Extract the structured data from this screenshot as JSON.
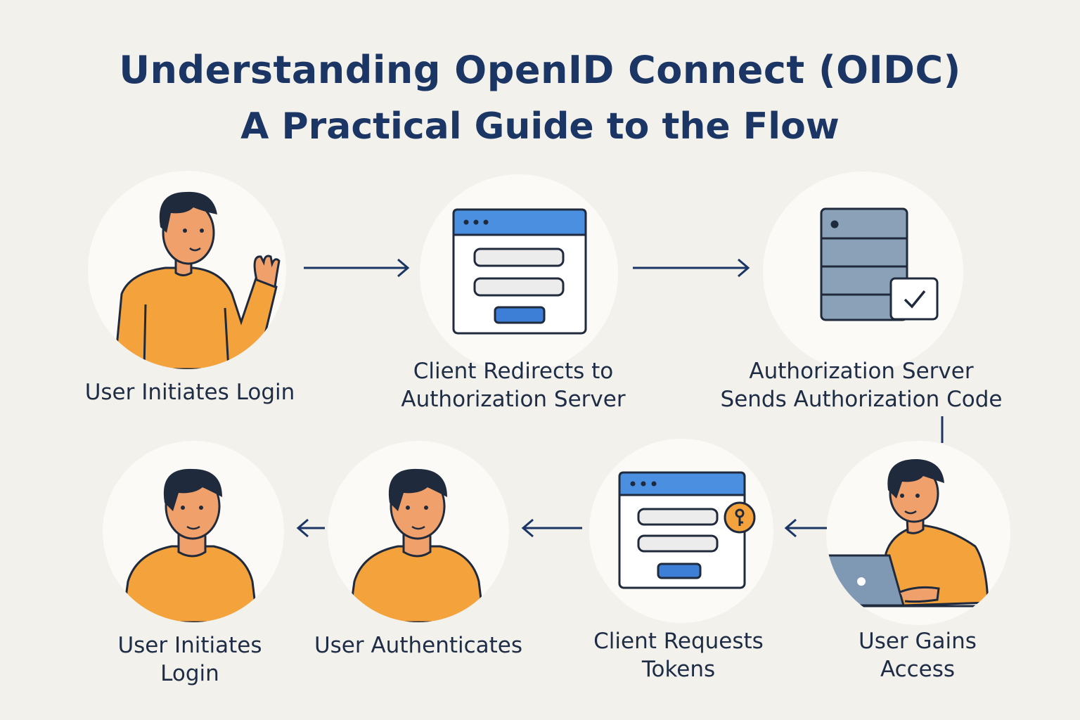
{
  "header": {
    "title": "Understanding OpenID Connect (OIDC)",
    "subtitle": "A Practical Guide to the Flow"
  },
  "colors": {
    "navy": "#1b3664",
    "orange": "#f4a23c",
    "browser_blue": "#4a8fe0",
    "server_gray": "#8aa1b8",
    "skin": "#f0a06a",
    "hair": "#1f2a3c",
    "circle_bg": "#fbfaf6",
    "page_bg": "#f3f1ec"
  },
  "steps": [
    {
      "label_line1": "User Initiates Login",
      "label_line2": "",
      "icon": "person-waving-icon"
    },
    {
      "label_line1": "Client Redirects to",
      "label_line2": "Authorization Server",
      "icon": "browser-login-form-icon"
    },
    {
      "label_line1": "Authorization Server",
      "label_line2": "Sends Authorization Code",
      "icon": "server-checkmark-icon"
    },
    {
      "label_line1": "User Gains",
      "label_line2": "Access",
      "icon": "person-laptop-icon"
    },
    {
      "label_line1": "Client Requests",
      "label_line2": "Tokens",
      "icon": "browser-key-icon"
    },
    {
      "label_line1": "User Authenticates",
      "label_line2": "",
      "icon": "person-icon"
    },
    {
      "label_line1": "User Initiates",
      "label_line2": "Login",
      "icon": "person-icon"
    }
  ]
}
